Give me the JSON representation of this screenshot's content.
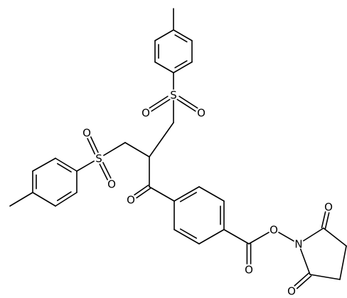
{
  "structure": {
    "atoms": {
      "O": "O",
      "S": "S",
      "N": "N"
    }
  }
}
